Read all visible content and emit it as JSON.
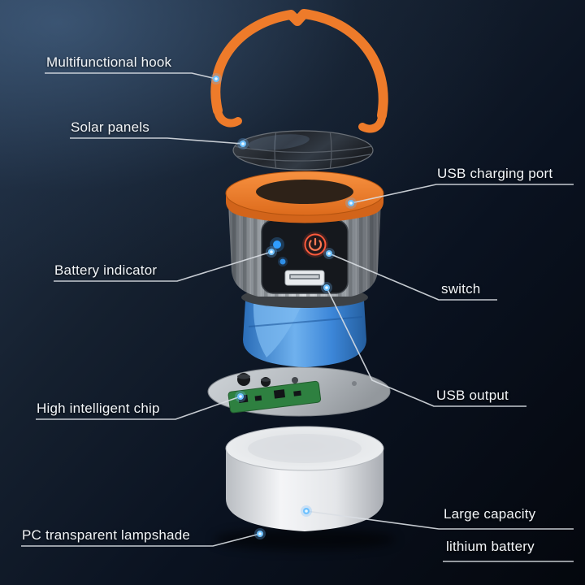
{
  "labels": {
    "multifunctional_hook": "Multifunctional hook",
    "solar_panels": "Solar panels",
    "usb_charging_port": "USB charging port",
    "battery_indicator": "Battery indicator",
    "switch": "switch",
    "high_intelligent_chip": "High intelligent chip",
    "usb_output": "USB output",
    "pc_transparent_lampshade": "PC transparent lampshade",
    "large_capacity_line1": "Large capacity",
    "large_capacity_line2": "lithium battery"
  },
  "colors": {
    "background_dark": "#04070d",
    "background_light": "#25364c",
    "hook_orange": "#ee7b2a",
    "ring_orange": "#e8721f",
    "body_gray": "#9aa0a6",
    "panel_dark": "#15181d",
    "power_button_red": "#ff5a3c",
    "indicator_blue": "#2f9dff",
    "holder_blue": "#3c86d8",
    "pcb_green": "#2e8040",
    "base_white": "#eef0f2",
    "label_text": "#f2f5f8",
    "callout_line": "#d9dee3",
    "callout_dot": "#6ec1ff"
  }
}
